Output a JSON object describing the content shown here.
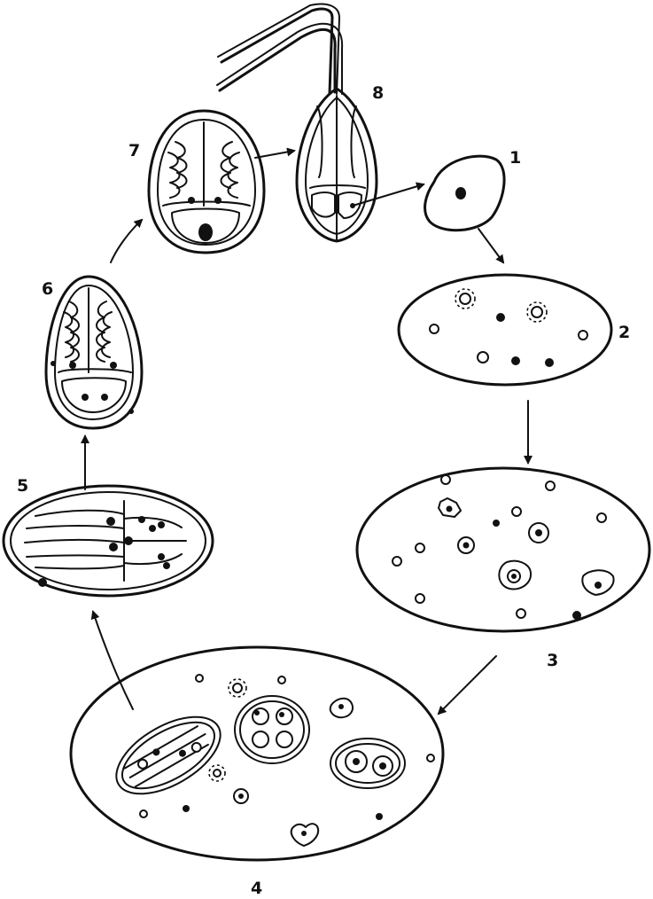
{
  "labels": {
    "stage1": "1",
    "stage2": "2",
    "stage3": "3",
    "stage4": "4",
    "stage5": "5",
    "stage6": "6",
    "stage7": "7",
    "stage8": "8"
  },
  "ink_color": "#111111",
  "background_color": "#ffffff"
}
